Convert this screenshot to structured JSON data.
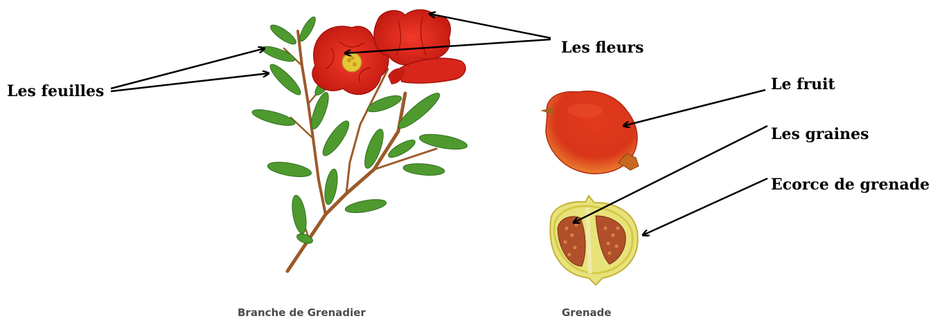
{
  "labels": {
    "leaves": "Les feuilles",
    "flowers": "Les fleurs",
    "fruit": "Le fruit",
    "seeds": "Les graines",
    "peel": "Ecorce de grenade"
  },
  "captions": {
    "branch": "Branche de Grenadier",
    "pomegranate": "Grenade"
  },
  "colors": {
    "petal": "#e0241b",
    "petal_dark": "#b5140f",
    "leaf": "#4e9a2f",
    "leaf_dark": "#2f6e1c",
    "stem": "#9b5a2a",
    "fruit": "#d9361a",
    "fruit_light": "#f2a33a",
    "pith": "#e8e27a",
    "seed": "#b0502a",
    "arrow": "#000000"
  }
}
